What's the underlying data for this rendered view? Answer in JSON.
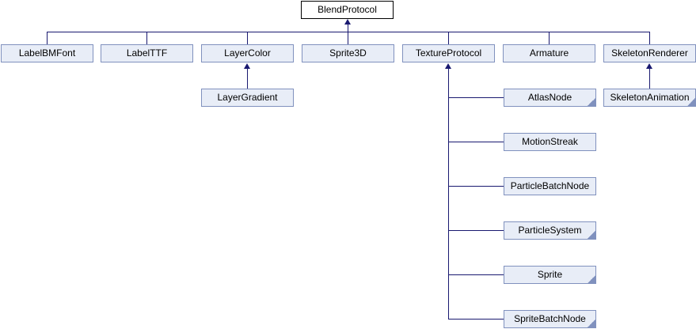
{
  "diagram": {
    "type": "class-inheritance-graph",
    "colors": {
      "node_fill": "#E8EDF7",
      "node_border": "#8091BE",
      "root_fill": "#FFFFFF",
      "root_border": "#000000",
      "edge": "#191970",
      "background": "#FFFFFF"
    },
    "nodes": {
      "blendProtocol": {
        "label": "BlendProtocol",
        "type": "root",
        "truncated": false
      },
      "labelBMFont": {
        "label": "LabelBMFont",
        "type": "child",
        "truncated": false
      },
      "labelTTF": {
        "label": "LabelTTF",
        "type": "child",
        "truncated": false
      },
      "layerColor": {
        "label": "LayerColor",
        "type": "child",
        "truncated": false
      },
      "sprite3D": {
        "label": "Sprite3D",
        "type": "child",
        "truncated": false
      },
      "textureProtocol": {
        "label": "TextureProtocol",
        "type": "child",
        "truncated": false
      },
      "armature": {
        "label": "Armature",
        "type": "child",
        "truncated": false
      },
      "skeletonRenderer": {
        "label": "SkeletonRenderer",
        "type": "child",
        "truncated": false
      },
      "layerGradient": {
        "label": "LayerGradient",
        "type": "child",
        "truncated": false
      },
      "atlasNode": {
        "label": "AtlasNode",
        "type": "child",
        "truncated": true
      },
      "motionStreak": {
        "label": "MotionStreak",
        "type": "child",
        "truncated": false
      },
      "particleBatchNode": {
        "label": "ParticleBatchNode",
        "type": "child",
        "truncated": false
      },
      "particleSystem": {
        "label": "ParticleSystem",
        "type": "child",
        "truncated": true
      },
      "sprite": {
        "label": "Sprite",
        "type": "child",
        "truncated": true
      },
      "spriteBatchNode": {
        "label": "SpriteBatchNode",
        "type": "child",
        "truncated": true
      },
      "skeletonAnimation": {
        "label": "SkeletonAnimation",
        "type": "child",
        "truncated": true
      }
    },
    "hierarchy": {
      "BlendProtocol": [
        "LabelBMFont",
        "LabelTTF",
        "LayerColor",
        "Sprite3D",
        "TextureProtocol",
        "Armature",
        "SkeletonRenderer"
      ],
      "LayerColor": [
        "LayerGradient"
      ],
      "TextureProtocol": [
        "AtlasNode",
        "MotionStreak",
        "ParticleBatchNode",
        "ParticleSystem",
        "Sprite",
        "SpriteBatchNode"
      ],
      "SkeletonRenderer": [
        "SkeletonAnimation"
      ]
    }
  }
}
